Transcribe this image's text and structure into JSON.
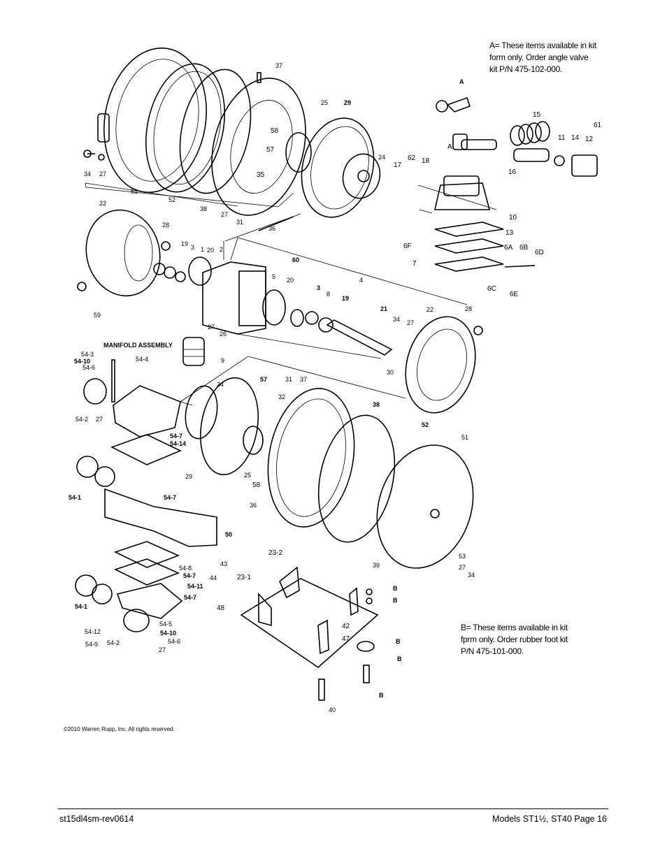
{
  "notes": {
    "a": [
      "A= These items available in kit",
      "form only. Order angle valve",
      "kit P/N 475-102-000."
    ],
    "b": [
      "B= These items available in kit",
      "fprm only. Order rubber foot kit",
      "P/N 475-101-000."
    ]
  },
  "copyright": "©2010 Warren Rupp, Inc. All rights reserved.",
  "footer": {
    "doc_id": "st15dl4sm-rev0614",
    "models_page": "Models ST1½, ST40   Page 16"
  },
  "diagram": {
    "manifold_assembly_title": "MANIFOLD ASSEMBLY",
    "labels": [
      "37",
      "25",
      "29",
      "58",
      "57",
      "35",
      "24",
      "27",
      "31",
      "36",
      "38",
      "52",
      "51",
      "34",
      "27",
      "A",
      "A",
      "15",
      "11",
      "14",
      "12",
      "61",
      "62",
      "17",
      "18",
      "16",
      "10",
      "13",
      "6F",
      "6A",
      "6B",
      "6D",
      "7",
      "6C",
      "6E",
      "22",
      "28",
      "19",
      "3",
      "1",
      "20",
      "2",
      "60",
      "5",
      "20",
      "3",
      "8",
      "4",
      "19",
      "59",
      "27",
      "26",
      "9",
      "21",
      "22",
      "34",
      "27",
      "28",
      "30",
      "54-3",
      "54-10",
      "54-6",
      "54-4",
      "54-2",
      "27",
      "24",
      "57",
      "31",
      "37",
      "32",
      "38",
      "52",
      "51",
      "29",
      "25",
      "58",
      "36",
      "54-7",
      "54-14",
      "54-1",
      "54-7",
      "50",
      "54-8",
      "43",
      "44",
      "54-7",
      "54-11",
      "54-7",
      "54-1",
      "54-5",
      "54-10",
      "54-12",
      "54-9",
      "54-2",
      "27",
      "54-6",
      "53",
      "27",
      "34",
      "39",
      "23-2",
      "23-1",
      "48",
      "B",
      "B",
      "42",
      "47",
      "B",
      "B",
      "B",
      "40"
    ]
  }
}
